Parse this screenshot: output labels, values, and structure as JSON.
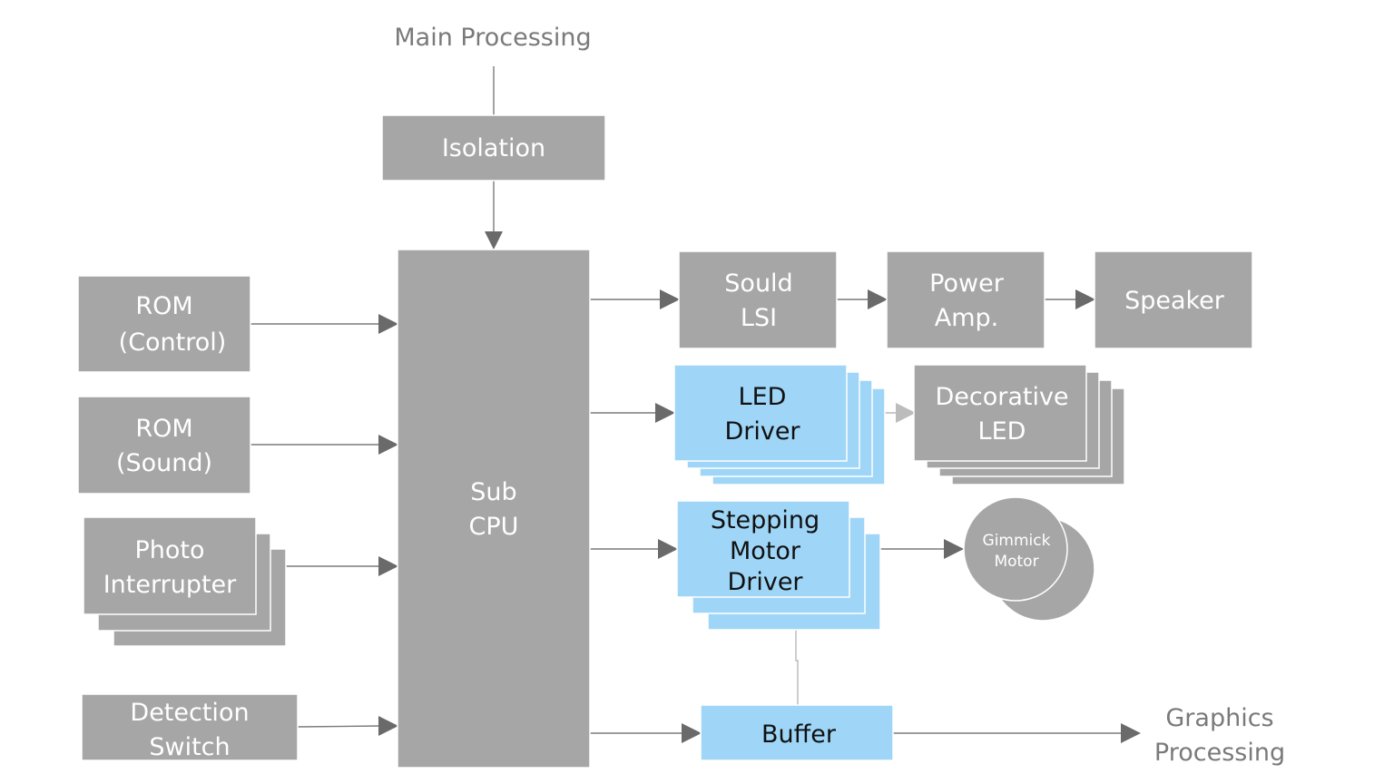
{
  "labels": {
    "main_processing": "Main Processing",
    "isolation": "Isolation",
    "sub_cpu": [
      "Sub",
      "CPU"
    ],
    "rom_control": [
      "ROM",
      "(Control)"
    ],
    "rom_sound": [
      "ROM",
      "(Sound)"
    ],
    "photo_interrupter": [
      "Photo",
      "Interrupter"
    ],
    "detection_switch": [
      "Detection",
      "Switch"
    ],
    "sould_lsi": [
      "Sould",
      "LSI"
    ],
    "power_amp": [
      "Power",
      "Amp."
    ],
    "speaker": "Speaker",
    "led_driver": [
      "LED",
      "Driver"
    ],
    "decorative_led": [
      "Decorative",
      "LED"
    ],
    "stepping_motor_driver": [
      "Stepping",
      "Motor",
      "Driver"
    ],
    "gimmick_motor": [
      "Gimmick",
      "Motor"
    ],
    "buffer": "Buffer",
    "graphics_processing": [
      "Graphics",
      "Processing"
    ]
  },
  "colors": {
    "gray_block": "#a6a6a6",
    "blue_block": "#9fd6f7",
    "arrow": "#6a6a6a",
    "outside_label": "#7a7a7a"
  }
}
